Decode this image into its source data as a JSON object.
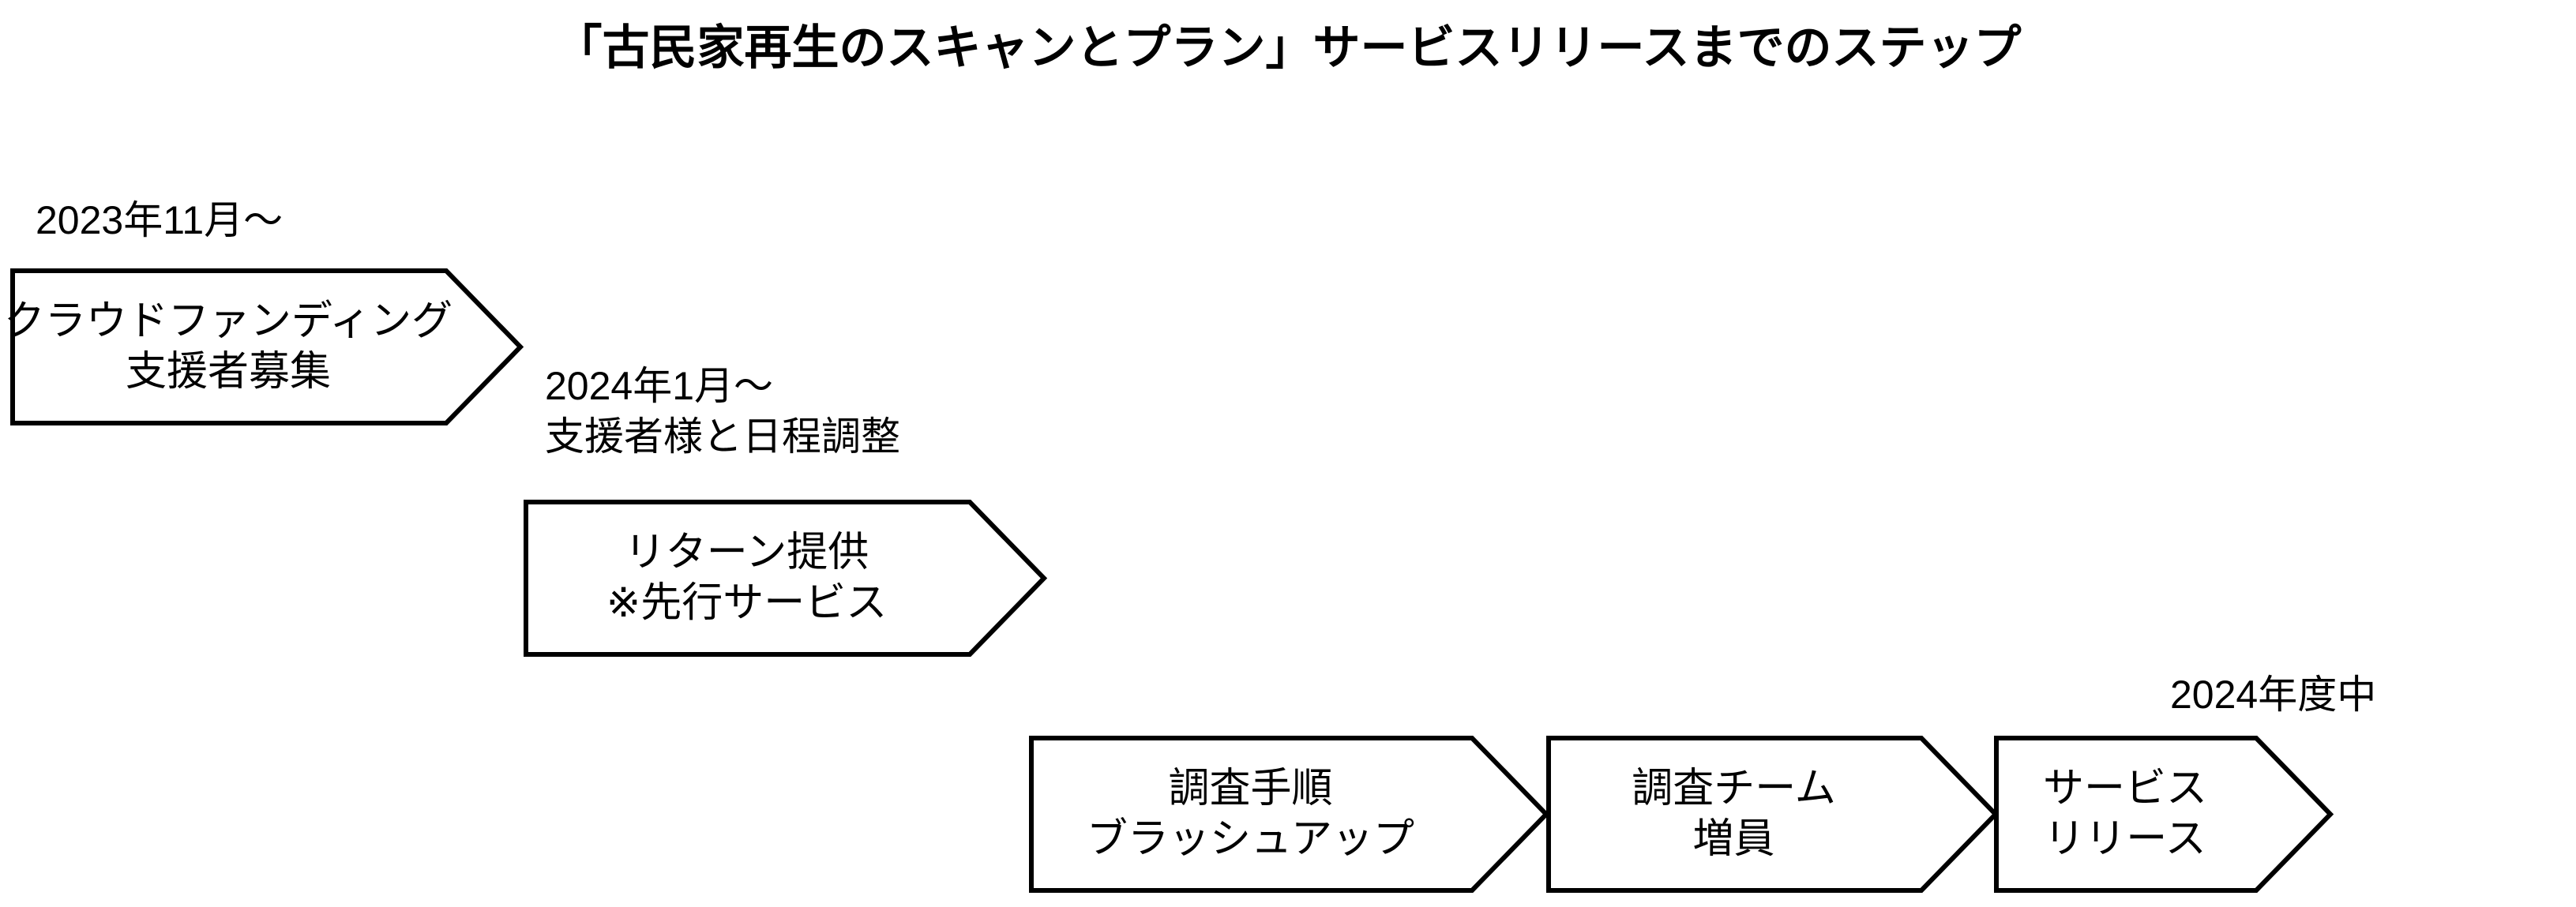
{
  "title": "「古民家再生のスキャンとプラン」サービスリリースまでのステップ",
  "colors": {
    "background": "#ffffff",
    "stroke": "#000000",
    "text": "#000000"
  },
  "steps": [
    {
      "id": "crowdfunding",
      "caption": "2023年11月〜",
      "label_line1": "クラウドファンディング",
      "label_line2": "支援者募集"
    },
    {
      "id": "return-delivery",
      "caption": "2024年1月〜\n支援者様と日程調整",
      "label_line1": "リターン提供",
      "label_line2": "※先行サービス"
    },
    {
      "id": "survey-brushup",
      "caption": "",
      "label_line1": "調査手順",
      "label_line2": "ブラッシュアップ"
    },
    {
      "id": "team-expansion",
      "caption": "",
      "label_line1": "調査チーム",
      "label_line2": "増員"
    },
    {
      "id": "service-release",
      "caption": "2024年度中",
      "label_line1": "サービス",
      "label_line2": "リリース"
    }
  ]
}
